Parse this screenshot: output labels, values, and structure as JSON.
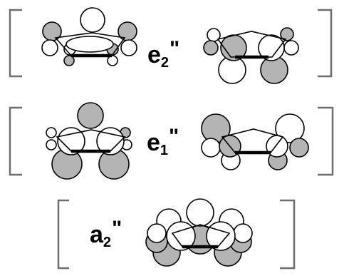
{
  "labels": {
    "e2": {
      "main": "e",
      "sub": "2",
      "prime": "\""
    },
    "e1": {
      "main": "e",
      "sub": "1",
      "prime": "\""
    },
    "a2": {
      "main": "a",
      "sub": "2",
      "prime": "\""
    }
  },
  "colors": {
    "shaded_lobe": "#b4b4b4",
    "unshaded_lobe": "#ffffff",
    "outline": "#000000",
    "bracket": "#6e6e6e"
  }
}
